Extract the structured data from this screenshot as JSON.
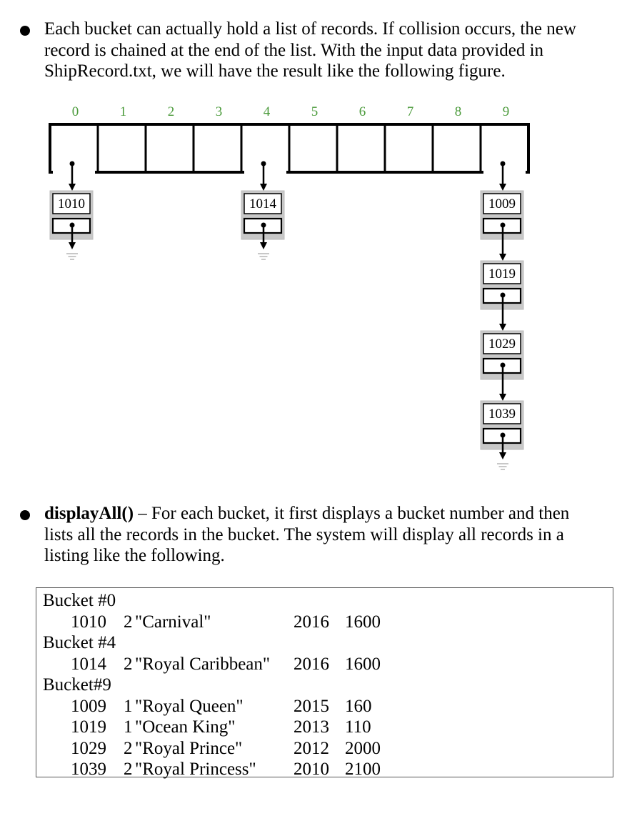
{
  "para1": {
    "lines": [
      "Each bucket can actually hold a list of records. If collision occurs, the new",
      "record is chained at the end of the list. With the input data provided in",
      "ShipRecord.txt, we will have the result like the following figure."
    ]
  },
  "diagram": {
    "bucket_labels": [
      "0",
      "1",
      "2",
      "3",
      "4",
      "5",
      "6",
      "7",
      "8",
      "9"
    ],
    "label_color": "#4a9a3a",
    "chains": [
      {
        "bucket": 0,
        "records": [
          "1010"
        ]
      },
      {
        "bucket": 4,
        "records": [
          "1014"
        ]
      },
      {
        "bucket": 9,
        "records": [
          "1009",
          "1019",
          "1029",
          "1039"
        ]
      }
    ]
  },
  "para2": {
    "title": "displayAll()",
    "lines": [
      " – For each bucket, it first displays a bucket number and then",
      "lists all the records in the bucket.   The system will display all records in a",
      "listing like the following."
    ]
  },
  "output": {
    "rows": [
      {
        "kind": "bucket",
        "text": "Bucket #0"
      },
      {
        "kind": "record",
        "id": "1010",
        "type": "2",
        "name": "\"Carnival\"",
        "year": "2016",
        "cap": "1600"
      },
      {
        "kind": "bucket",
        "text": "Bucket #4"
      },
      {
        "kind": "record",
        "id": "1014",
        "type": "2",
        "name": "\"Royal Caribbean\"",
        "year": "2016",
        "cap": "1600"
      },
      {
        "kind": "bucket",
        "text": "Bucket#9"
      },
      {
        "kind": "record",
        "id": "1009",
        "type": "1",
        "name": "\"Royal Queen\"",
        "year": "2015",
        "cap": "160"
      },
      {
        "kind": "record",
        "id": "1019",
        "type": "1",
        "name": "\"Ocean King\"",
        "year": "2013",
        "cap": "110"
      },
      {
        "kind": "record",
        "id": "1029",
        "type": "2",
        "name": "\"Royal Prince\"",
        "year": "2012",
        "cap": "2000"
      },
      {
        "kind": "record",
        "id": "1039",
        "type": "2",
        "name": "\"Royal Princess\"",
        "year": "2010",
        "cap": "2100"
      }
    ]
  }
}
